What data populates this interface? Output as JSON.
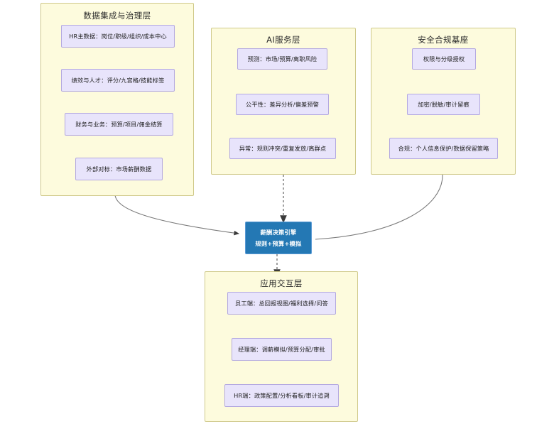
{
  "diagram": {
    "title_hidden": "",
    "colors": {
      "panel_fill": "#fdfbdd",
      "panel_border": "#cfc98a",
      "leaf_fill": "#e8e4fb",
      "leaf_border": "#b3a8e0",
      "engine_fill": "#2478b4",
      "engine_border": "#5b9bd5",
      "edge": "#6e6e6e",
      "background": "#ffffff"
    },
    "panels": [
      {
        "id": "data-layer",
        "title": "数据集成与治理层",
        "items": [
          "HR主数据：岗位/职级/组织/成本中心",
          "绩效与人才：评分/九宫格/技能标签",
          "财务与业务：预算/项目/佣金结算",
          "外部对标：市场薪酬数据"
        ]
      },
      {
        "id": "ai-layer",
        "title": "AI服务层",
        "items": [
          "预测：市场/预算/离职风险",
          "公平性：差异分析/偏差预警",
          "异常：规则冲突/重复发放/离群点"
        ]
      },
      {
        "id": "security-layer",
        "title": "安全合规基座",
        "items": [
          "权限与分级授权",
          "加密/脱敏/审计留痕",
          "合规：个人信息保护/数据保留策略"
        ]
      },
      {
        "id": "app-layer",
        "title": "应用交互层",
        "items": [
          "员工端：总回报视图/福利选择/问答",
          "经理端：调薪模拟/预算分配/审批",
          "HR端：政策配置/分析看板/审计追溯"
        ]
      }
    ],
    "engine": {
      "line1": "薪酬决策引擎",
      "line2": "规则+预算+模拟"
    },
    "edges": [
      {
        "from": "data-layer",
        "to": "engine",
        "style": "solid-curved",
        "arrow": true
      },
      {
        "from": "ai-layer",
        "to": "engine",
        "style": "dashed-vertical",
        "arrow": true
      },
      {
        "from": "security-layer",
        "to": "engine",
        "style": "solid-curved",
        "arrow": false
      },
      {
        "from": "engine",
        "to": "app-layer",
        "style": "dashed-vertical",
        "arrow": true
      }
    ]
  }
}
